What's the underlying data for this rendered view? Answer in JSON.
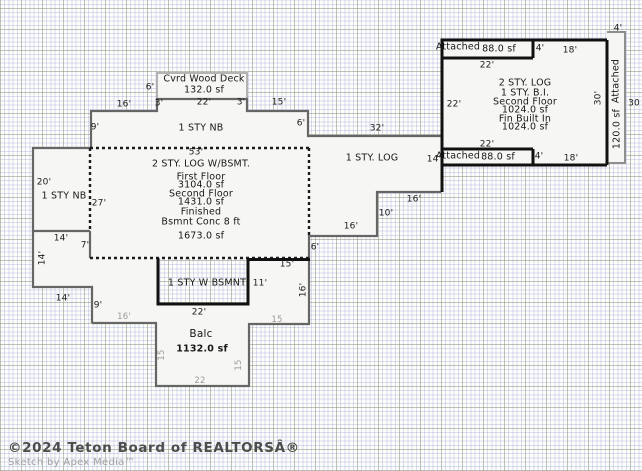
{
  "areas": {
    "deck": {
      "name": "Cvrd Wood Deck",
      "sf": "132.0 sf"
    },
    "band": {
      "name": "1 STY NB"
    },
    "left_box": {
      "name": "1 STY NB"
    },
    "main_lines": [
      "2 STY. LOG W/BSMT.",
      "First Floor",
      "3104.0 sf",
      "Second Floor",
      "1431.0 sf",
      "Finished",
      "Bsmnt Conc 8 ft",
      "1673.0 sf"
    ],
    "log": {
      "name": "1 STY. LOG"
    },
    "right_lines": [
      "2 STY. LOG",
      "1 STY. B.I.",
      "Second Floor",
      "1024.0 sf",
      "Fin Built In",
      "1024.0 sf"
    ],
    "wbsmnt": {
      "name": "1 STY W BSMNT"
    },
    "balc": {
      "name": "Balc",
      "sf": "1132.0 sf"
    },
    "attached_top": {
      "name": "Attached",
      "sf": "88.0 sf"
    },
    "attached_bottom": {
      "name": "Attached",
      "sf": "88.0 sf"
    },
    "attached_right": {
      "name": "Attached",
      "sf": "120.0 sf"
    }
  },
  "dims": {
    "deck_h": "6'",
    "band_16": "16'",
    "band_3a": "3'",
    "deck_22": "22'",
    "band_3b": "3'",
    "band_15": "15'",
    "band_9": "9'",
    "band_6": "6'",
    "log_32": "32'",
    "log_14": "14'",
    "main_53": "53'",
    "box_20": "20'",
    "main_27": "27'",
    "rb_4_tr": "4'",
    "rb_4_t": "4'",
    "rb_18_t": "18'",
    "rb_22_t": "22'",
    "rb_22_l": "22'",
    "rb_30": "30'",
    "rb_30_r": "30",
    "rb_22_b": "22'",
    "rb_4_b": "4'",
    "rb_18_b": "18'",
    "log_16_b": "16'",
    "log_10": "10'",
    "log_16_c": "16'",
    "main_6": "6'",
    "main_15": "15'",
    "wb_11": "11'",
    "balc_16_r": "16'",
    "wb_22": "22'",
    "st_14a": "14'",
    "st_14b": "14'",
    "st_7": "7'",
    "st_14c": "14'",
    "st_9": "9'",
    "balc_16": "16'",
    "balc_15a": "15",
    "balc_15b": "15",
    "balc_15c": "15",
    "balc_22": "22"
  },
  "footer": {
    "copyright": "©2024 Teton Board of REALTORSÂ®",
    "credit": "Sketch by Apex Media™"
  },
  "colors": {
    "wall_black": "#111111",
    "wall_gray": "#666666",
    "wall_light": "#ababab",
    "interior_fill": "#f6f6f4"
  }
}
